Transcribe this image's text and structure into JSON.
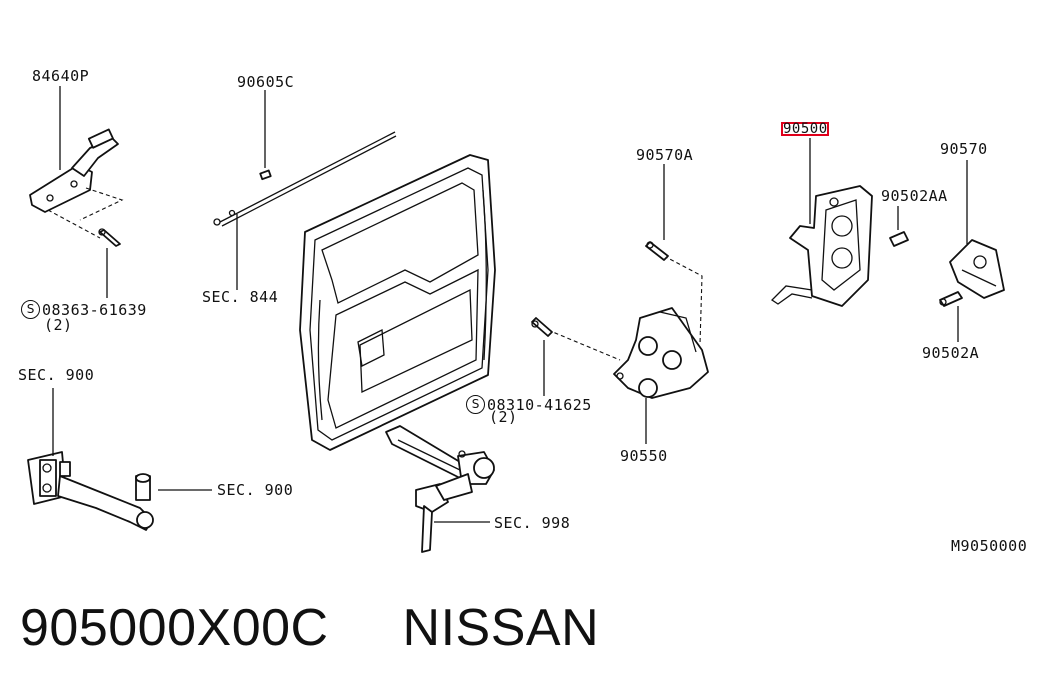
{
  "labels": {
    "p84640P": "84640P",
    "p90605C": "90605C",
    "p90570A": "90570A",
    "p90500": "90500",
    "p90502AA": "90502AA",
    "p90570": "90570",
    "p08363_61639": "08363-61639",
    "qty2a": "(2)",
    "sec844": "SEC. 844",
    "p90502A": "90502A",
    "sec900a": "SEC. 900",
    "p08310_41625": "08310-41625",
    "qty2b": "(2)",
    "p90550": "90550",
    "sec900b": "SEC. 900",
    "sec998": "SEC. 998",
    "diagram_code": "M9050000",
    "screw_symbol": "S"
  },
  "footer": {
    "part_number": "905000X00C",
    "brand": "NISSAN"
  },
  "highlight": {
    "part": "90500",
    "color": "#e0001b"
  }
}
